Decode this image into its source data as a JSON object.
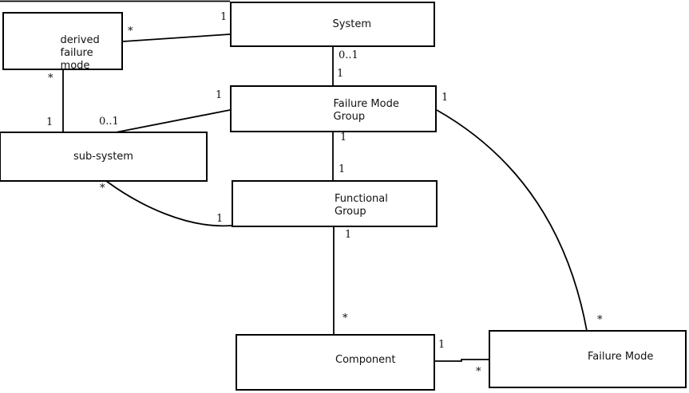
{
  "diagram": {
    "type": "uml-class-diagram",
    "background_color": "#ffffff",
    "line_color": "#000000",
    "text_color": "#111111",
    "nodes": {
      "derived_failure_mode": {
        "label": "derived\nfailure\nmode"
      },
      "system": {
        "label": "System"
      },
      "failure_mode_group": {
        "label": "Failure Mode\nGroup"
      },
      "sub_system": {
        "label": "sub-system"
      },
      "functional_group": {
        "label": "Functional\nGroup"
      },
      "component": {
        "label": "Component"
      },
      "failure_mode": {
        "label": "Failure Mode"
      }
    },
    "edges": [
      {
        "from": "derived failure mode",
        "from_mult": "*",
        "to": "System",
        "to_mult": "1"
      },
      {
        "from": "derived failure mode",
        "from_mult": "*",
        "to": "sub-system",
        "to_mult": "1"
      },
      {
        "from": "System",
        "from_mult": "0..1",
        "to": "Failure Mode Group",
        "to_mult": "1"
      },
      {
        "from": "sub-system",
        "from_mult": "0..1",
        "to": "Failure Mode Group",
        "to_mult": "1"
      },
      {
        "from": "Failure Mode Group",
        "from_mult": "1",
        "to": "Functional Group",
        "to_mult": "1"
      },
      {
        "from": "sub-system",
        "from_mult": "*",
        "to": "Functional Group",
        "to_mult": "1"
      },
      {
        "from": "Functional Group",
        "from_mult": "1",
        "to": "Component",
        "to_mult": "*"
      },
      {
        "from": "Component",
        "from_mult": "1",
        "to": "Failure Mode",
        "to_mult": "*"
      },
      {
        "from": "Failure Mode Group",
        "from_mult": "1",
        "to": "Failure Mode",
        "to_mult": "*"
      }
    ]
  }
}
